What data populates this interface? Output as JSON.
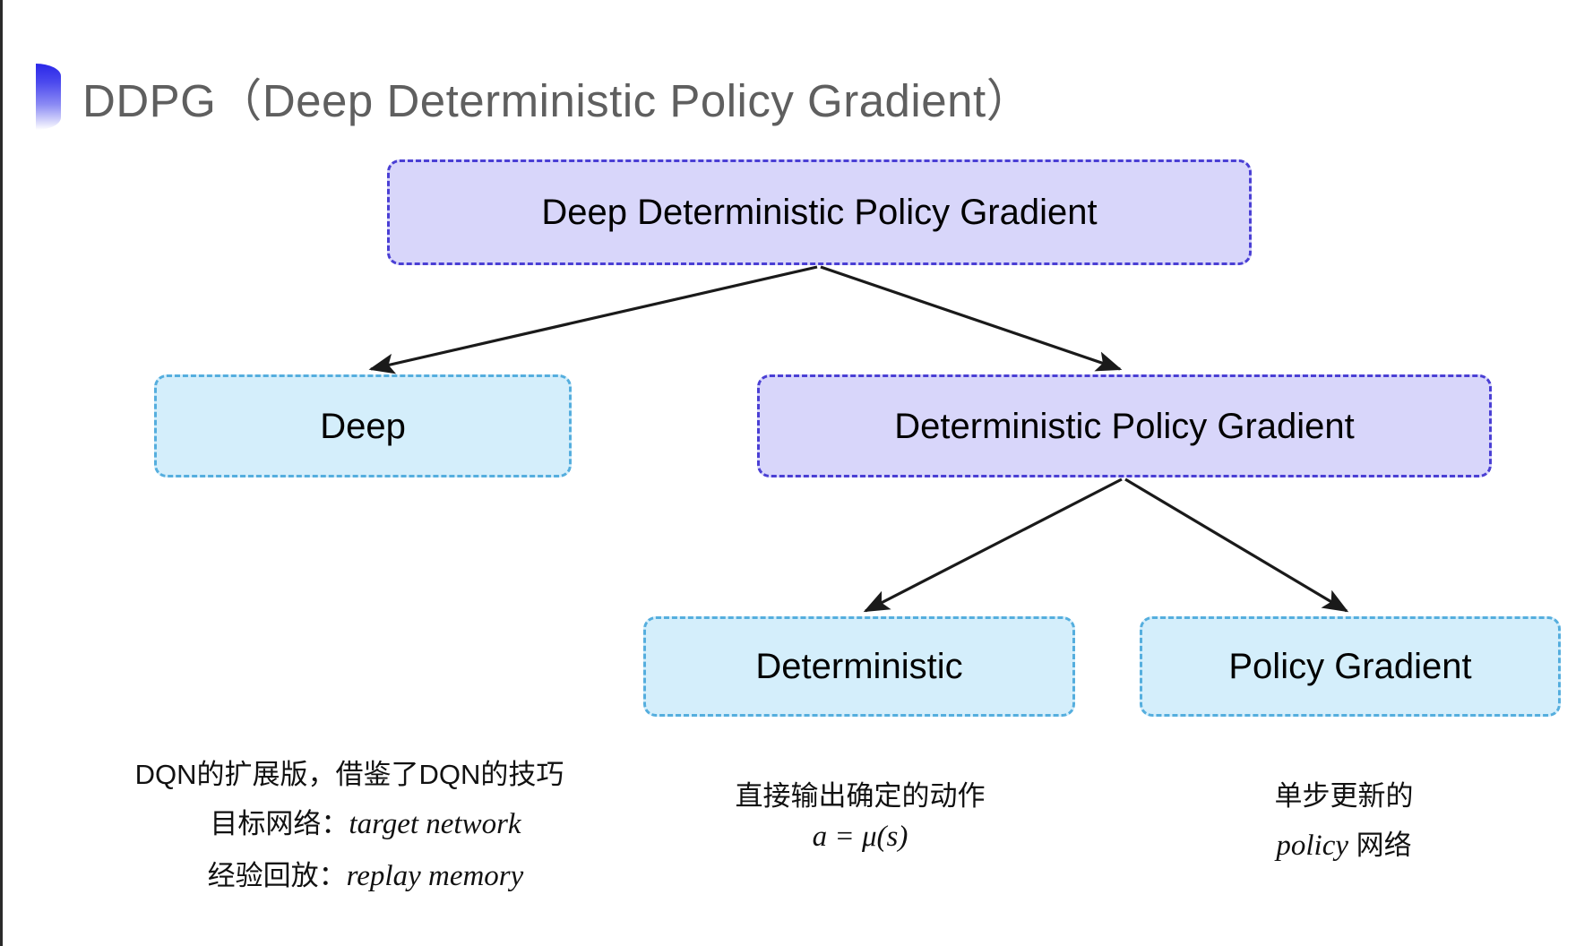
{
  "slide": {
    "title": "DDPG（Deep Deterministic Policy Gradient）",
    "bullet_icon": "half-circle-gradient-bullet",
    "colors": {
      "purple_fill": "#d8d6fa",
      "purple_border": "#4a3fd4",
      "blue_fill": "#d4eefb",
      "blue_border": "#55aede",
      "arrow": "#1a1a1a",
      "title_text": "#5f5f5f",
      "bullet_gradient_top": "#2a27e8",
      "bullet_gradient_bottom": "#ffffff"
    }
  },
  "diagram": {
    "nodes": {
      "root": {
        "label": "Deep Deterministic Policy Gradient",
        "style": "purple"
      },
      "deep": {
        "label": "Deep",
        "style": "blue"
      },
      "dpg": {
        "label": "Deterministic Policy Gradient",
        "style": "purple"
      },
      "deterministic": {
        "label": "Deterministic",
        "style": "blue"
      },
      "policy_gradient": {
        "label": "Policy Gradient",
        "style": "blue"
      }
    },
    "edges": [
      {
        "from": "root",
        "to": "deep"
      },
      {
        "from": "root",
        "to": "dpg"
      },
      {
        "from": "dpg",
        "to": "deterministic"
      },
      {
        "from": "dpg",
        "to": "policy_gradient"
      }
    ]
  },
  "captions": {
    "deep": {
      "line1": "DQN的扩展版，借鉴了DQN的技巧",
      "line2_label": "目标网络：",
      "line2_term": "target network",
      "line3_label": "经验回放：",
      "line3_term": "replay memory"
    },
    "deterministic": {
      "line1": "直接输出确定的动作",
      "formula": "a = μ(s)"
    },
    "policy_gradient": {
      "line1": "单步更新的",
      "line2_term": "policy",
      "line2_suffix": " 网络"
    }
  }
}
